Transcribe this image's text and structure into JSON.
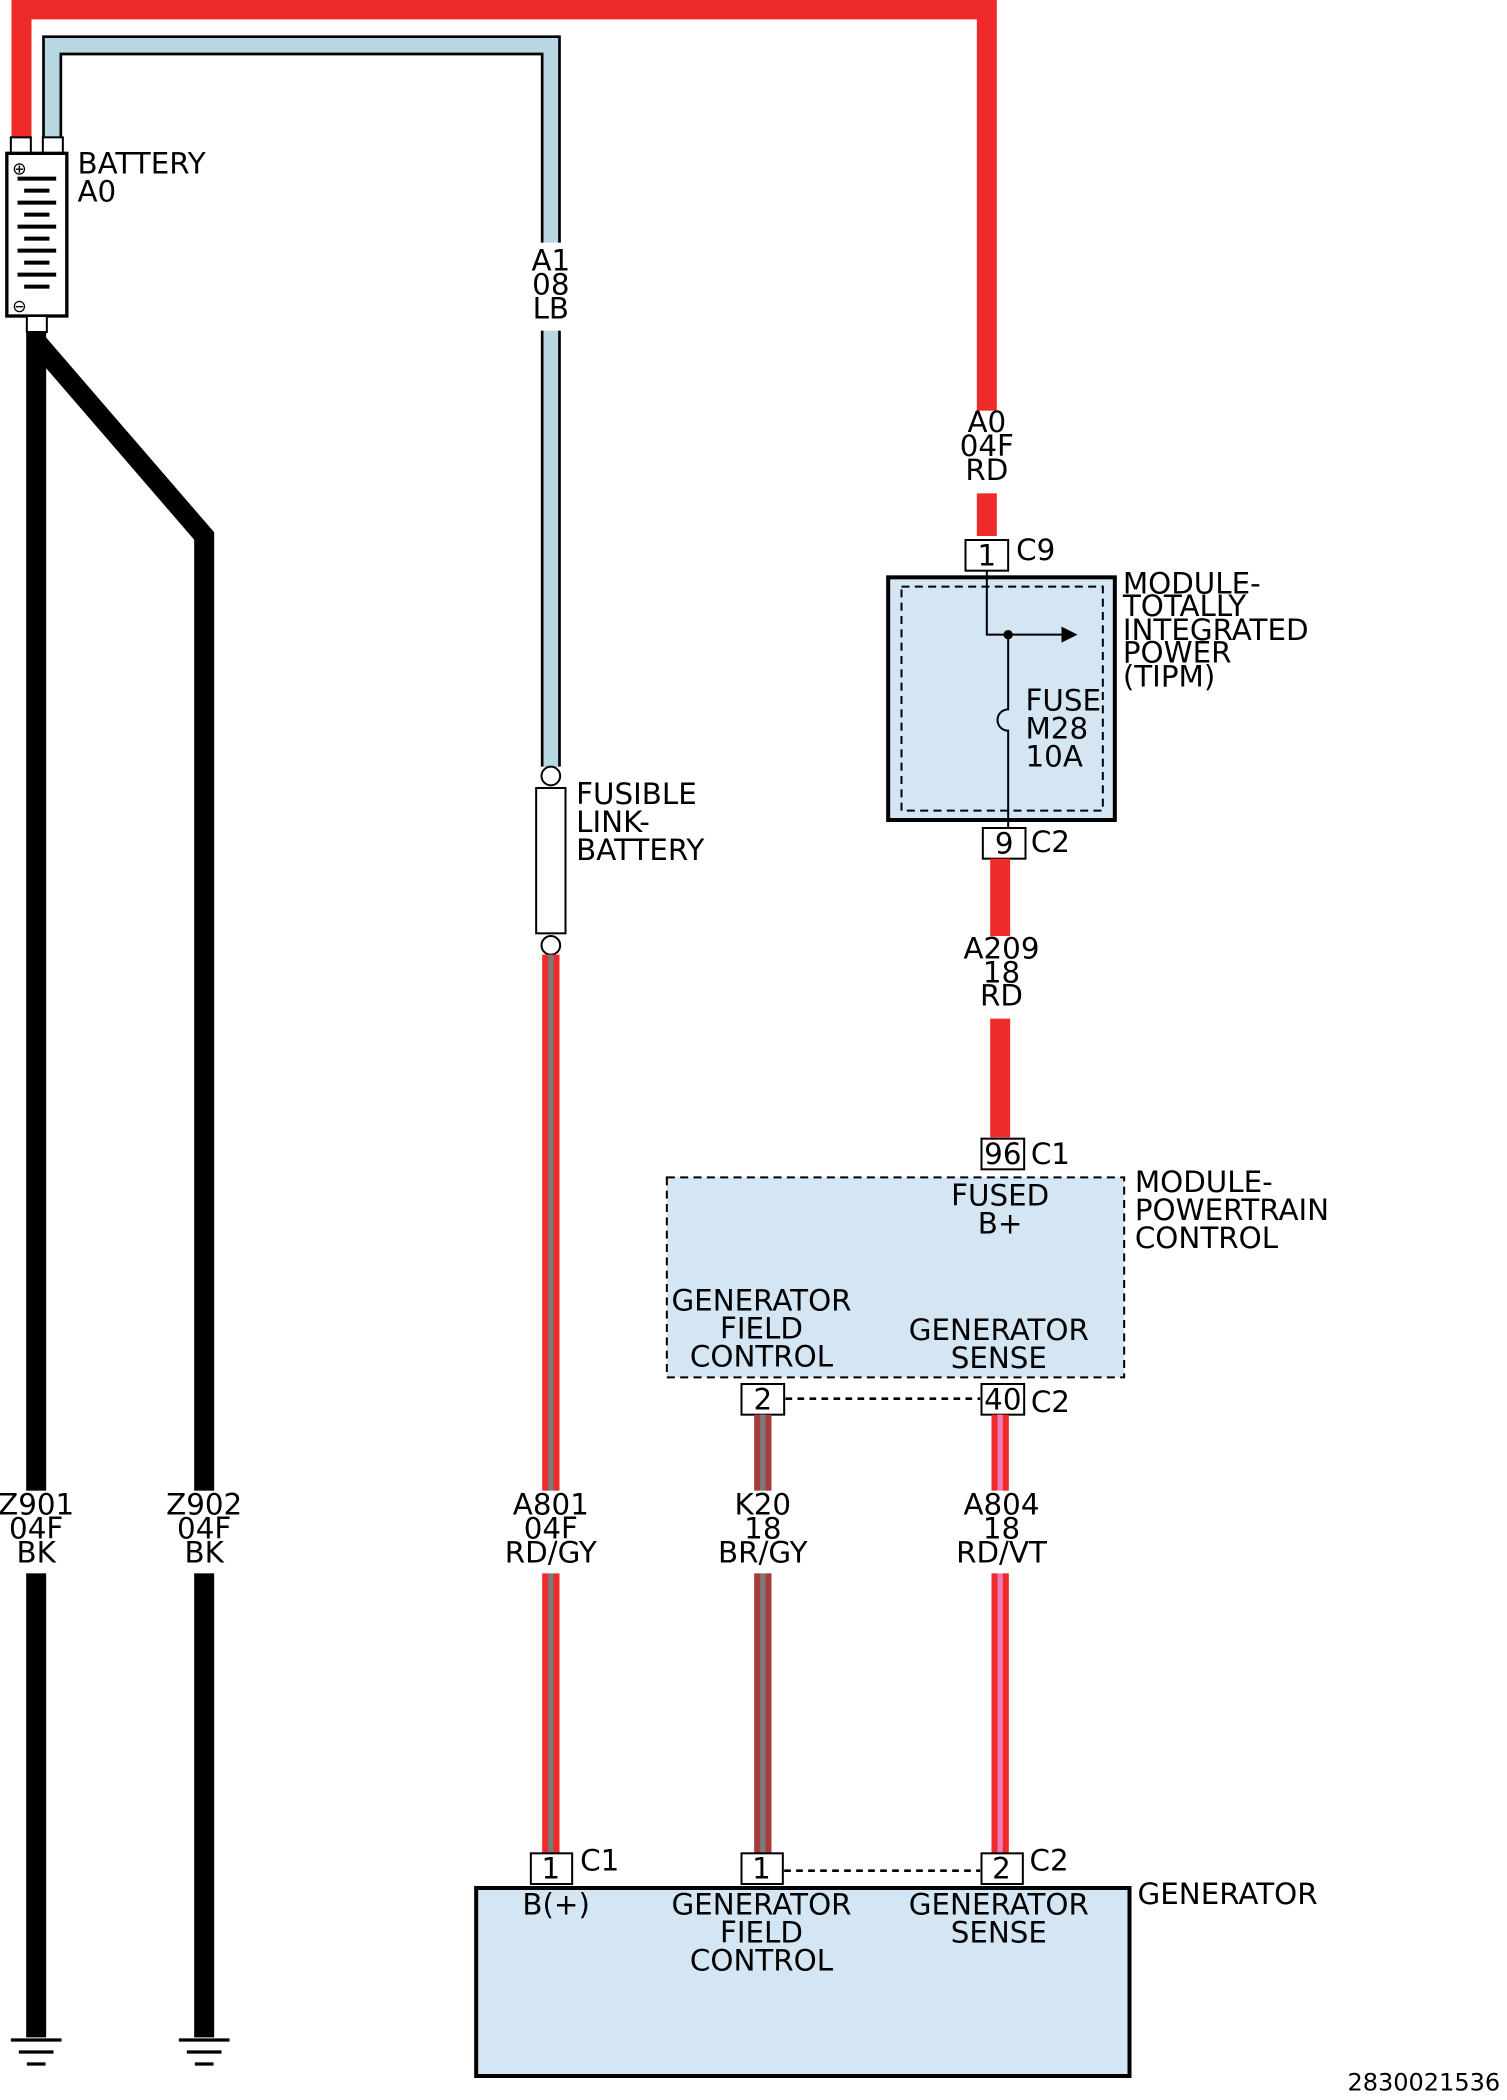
{
  "colors": {
    "red": "#ef2a2a",
    "light_blue": "#b7d8e2",
    "black": "#000000",
    "gray_tracer": "#7a7a7a",
    "violet_tracer": "#f07ab8",
    "brown": "#a83c3c",
    "module_fill": "#d4e5f4"
  },
  "battery": {
    "name": "BATTERY",
    "id": "A0",
    "pos_symbol": "⊕",
    "neg_symbol": "⊖"
  },
  "wires": {
    "a1": {
      "circuit": "A1",
      "gauge": "08",
      "color": "LB"
    },
    "a0": {
      "circuit": "A0",
      "gauge": "04F",
      "color": "RD"
    },
    "a209": {
      "circuit": "A209",
      "gauge": "18",
      "color": "RD"
    },
    "z901": {
      "circuit": "Z901",
      "gauge": "04F",
      "color": "BK"
    },
    "z902": {
      "circuit": "Z902",
      "gauge": "04F",
      "color": "BK"
    },
    "a801": {
      "circuit": "A801",
      "gauge": "04F",
      "color": "RD/GY"
    },
    "k20": {
      "circuit": "K20",
      "gauge": "18",
      "color": "BR/GY"
    },
    "a804": {
      "circuit": "A804",
      "gauge": "18",
      "color": "RD/VT"
    }
  },
  "fusible_link": {
    "line1": "FUSIBLE",
    "line2": "LINK-",
    "line3": "BATTERY"
  },
  "tipm": {
    "name_lines": [
      "MODULE-",
      "TOTALLY",
      "INTEGRATED",
      "POWER",
      "(TIPM)"
    ],
    "fuse": {
      "label": "FUSE",
      "id": "M28",
      "rating": "10A"
    },
    "pin_in": "1",
    "conn_in": "C9",
    "pin_out": "9",
    "conn_out": "C2"
  },
  "pcm": {
    "name_lines": [
      "MODULE-",
      "POWERTRAIN",
      "CONTROL"
    ],
    "fused_b_plus": [
      "FUSED",
      "B+"
    ],
    "field_control": [
      "GENERATOR",
      "FIELD",
      "CONTROL"
    ],
    "sense": [
      "GENERATOR",
      "SENSE"
    ],
    "pin_fused": "96",
    "conn_c1": "C1",
    "pin_field": "2",
    "pin_sense": "40",
    "conn_c2": "C2"
  },
  "generator": {
    "name": "GENERATOR",
    "b_plus": "B(+)",
    "field_control": [
      "GENERATOR",
      "FIELD",
      "CONTROL"
    ],
    "sense": [
      "GENERATOR",
      "SENSE"
    ],
    "pin_b": "1",
    "conn_c1": "C1",
    "pin_field": "1",
    "pin_sense": "2",
    "conn_c2": "C2"
  },
  "figure_id": "2830021536"
}
